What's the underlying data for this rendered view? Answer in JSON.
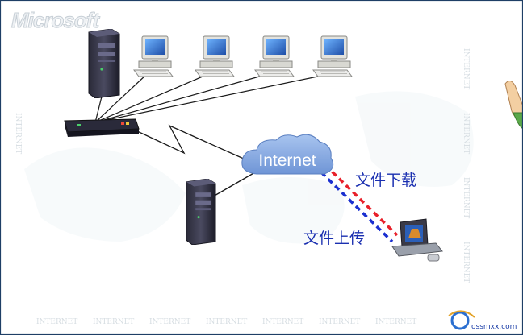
{
  "brand": {
    "logo_text": "Microsoft"
  },
  "watermark": {
    "text": "INTERNET"
  },
  "network": {
    "cloud_label": "Internet",
    "download_label": "文件下载",
    "upload_label": "文件上传"
  },
  "credit": {
    "site_text": "ossmxx.com"
  },
  "colors": {
    "download_line": "#e8202a",
    "upload_line": "#1a2fd0",
    "cloud": "#8fb1e6",
    "label_text": "#1a2fb0",
    "border": "#1f3f66"
  },
  "icons": [
    "server-icon",
    "workstation-icon",
    "hub-icon",
    "laptop-icon",
    "pointing-hand-icon",
    "ie-logo-icon"
  ]
}
